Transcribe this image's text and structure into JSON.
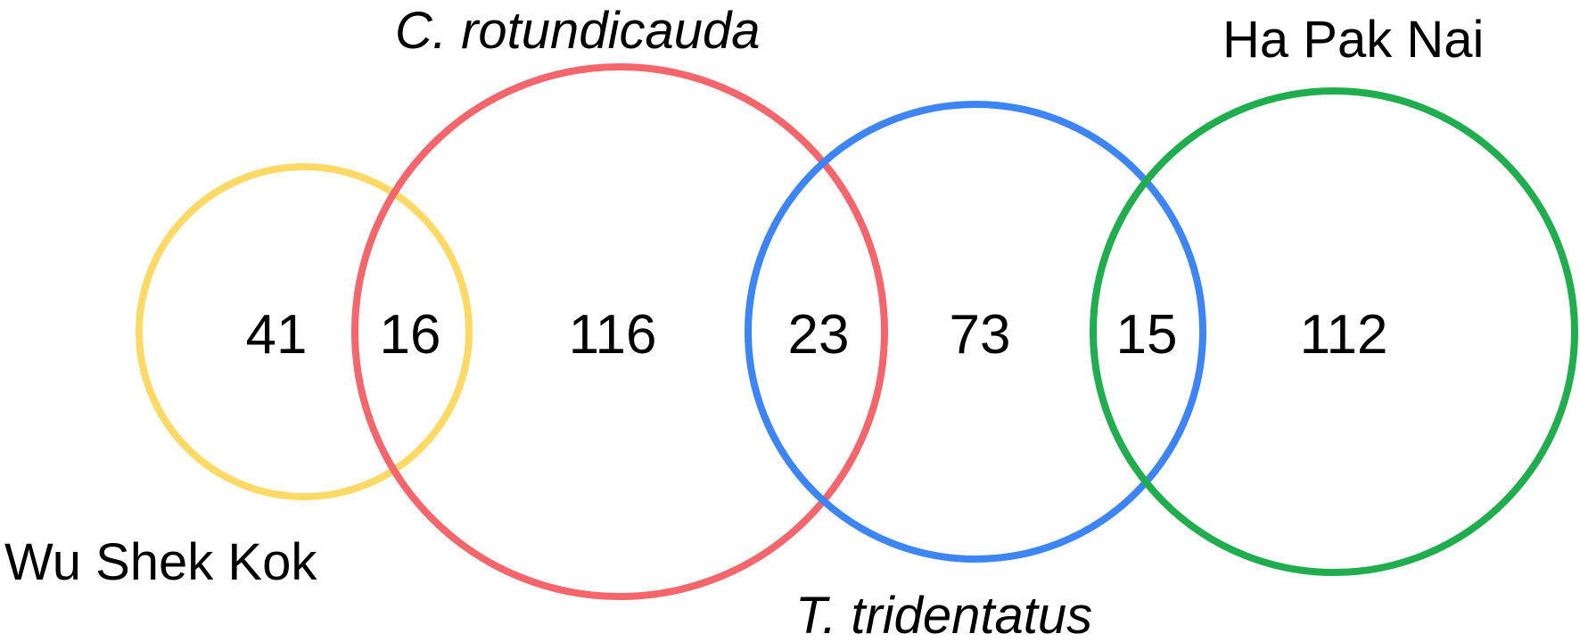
{
  "sets": [
    {
      "id": "wu-shek-kok",
      "label": "Wu Shek Kok",
      "italic": false,
      "color": "#FFD966"
    },
    {
      "id": "c-rotundicauda",
      "label": "C. rotundicauda",
      "italic": true,
      "color": "#F4666B"
    },
    {
      "id": "t-tridentatus",
      "label": "T. tridentatus",
      "italic": true,
      "color": "#3D85F5"
    },
    {
      "id": "ha-pak-nai",
      "label": "Ha Pak Nai",
      "italic": false,
      "color": "#1FAD4E"
    }
  ],
  "regions": [
    {
      "id": "wu-shek-kok-only",
      "sets": [
        "wu-shek-kok"
      ],
      "value": "41"
    },
    {
      "id": "wu-shek-kok-c-rotundicauda",
      "sets": [
        "wu-shek-kok",
        "c-rotundicauda"
      ],
      "value": "16"
    },
    {
      "id": "c-rotundicauda-only",
      "sets": [
        "c-rotundicauda"
      ],
      "value": "116"
    },
    {
      "id": "c-rotundicauda-t-tridentatus",
      "sets": [
        "c-rotundicauda",
        "t-tridentatus"
      ],
      "value": "23"
    },
    {
      "id": "t-tridentatus-only",
      "sets": [
        "t-tridentatus"
      ],
      "value": "73"
    },
    {
      "id": "t-tridentatus-ha-pak-nai",
      "sets": [
        "t-tridentatus",
        "ha-pak-nai"
      ],
      "value": "15"
    },
    {
      "id": "ha-pak-nai-only",
      "sets": [
        "ha-pak-nai"
      ],
      "value": "112"
    }
  ]
}
